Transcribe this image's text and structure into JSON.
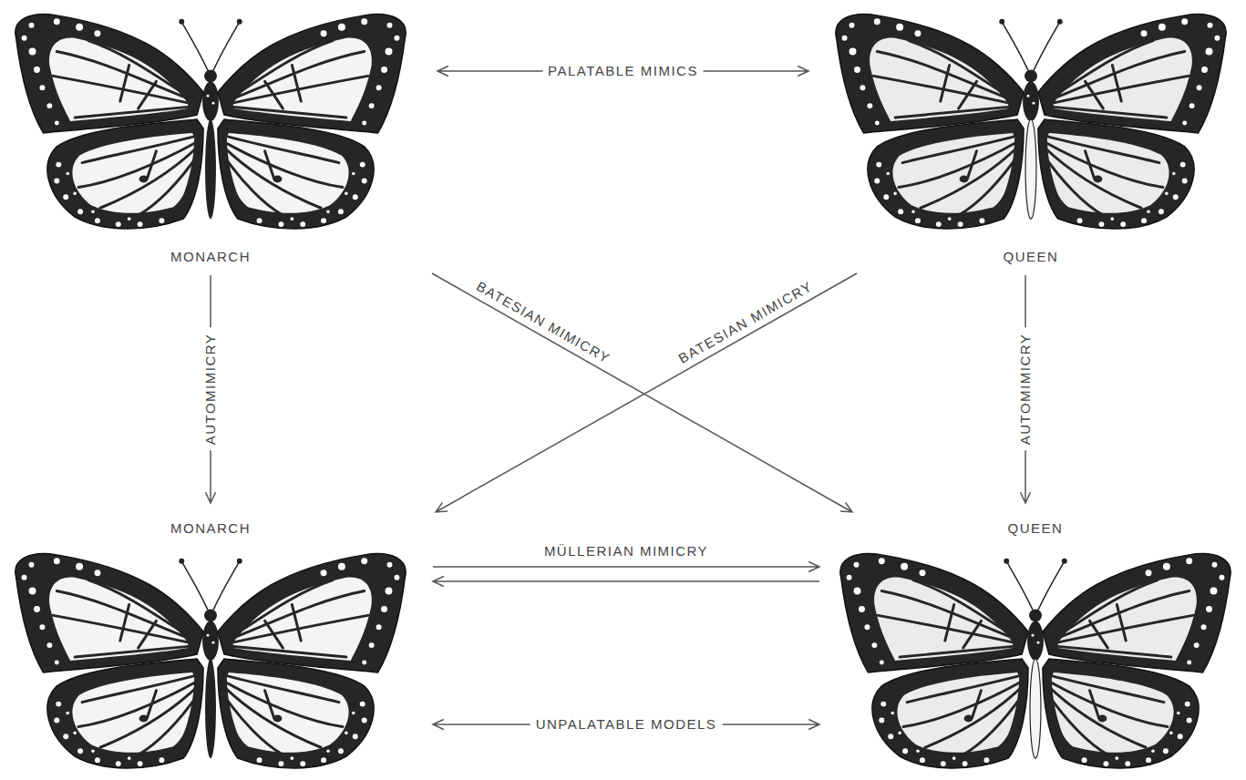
{
  "diagram": {
    "nodes": [
      {
        "text": [
          "MONARCH"
        ]
      },
      {
        "text": [
          "QUEEN"
        ]
      },
      {
        "text": [
          "MONARCH"
        ]
      },
      {
        "text": [
          "QUEEN"
        ]
      }
    ],
    "edges": [
      {
        "from": 0,
        "to": 1,
        "arrow": "both",
        "label": "PALATABLE MIMICS"
      },
      {
        "from": 0,
        "to": 2,
        "arrow": "to",
        "label": "AUTOMIMICRY"
      },
      {
        "from": 1,
        "to": 3,
        "arrow": "to",
        "label": "AUTOMIMICRY"
      },
      {
        "from": 0,
        "to": 3,
        "arrow": "to",
        "label": "BATESIAN MIMICRY"
      },
      {
        "from": 1,
        "to": 2,
        "arrow": "to",
        "label": "BATESIAN MIMICRY"
      },
      {
        "from": 2,
        "to": 3,
        "arrow": "to",
        "label": "MÜLLERIAN MIMICRY"
      },
      {
        "from": 3,
        "to": 2,
        "arrow": "to"
      },
      {
        "from": 2,
        "to": 3,
        "arrow": "both",
        "label": "UNPALATABLE MODELS"
      }
    ]
  }
}
